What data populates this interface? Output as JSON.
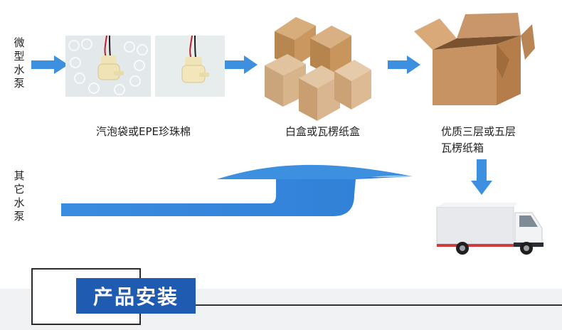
{
  "labels": {
    "micro_pump": "微型水泵",
    "other_pump": "其它水泵"
  },
  "captions": {
    "bubble": "汽泡袋或EPE珍珠棉",
    "white_box": "白盒或瓦楞纸盒",
    "carton_line1": "优质三层或五层",
    "carton_line2": "瓦楞纸箱"
  },
  "section_title": "产品安装",
  "colors": {
    "arrow": "#3d8fe0",
    "title_bg": "#1f5bb0",
    "kraft": "#c79a6a"
  },
  "icons": [
    "pump-in-bubble-wrap-photo",
    "pump-on-foam-photo",
    "kraft-boxes-photo",
    "open-carton-photo",
    "box-truck-photo"
  ]
}
